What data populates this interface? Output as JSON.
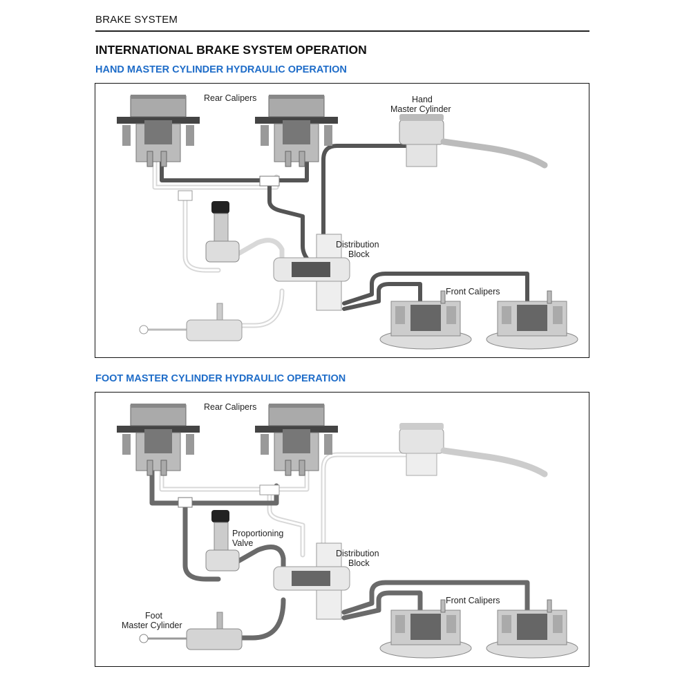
{
  "header": {
    "section": "BRAKE SYSTEM"
  },
  "title": "INTERNATIONAL BRAKE SYSTEM OPERATION",
  "diagrams": [
    {
      "heading": "HAND MASTER CYLINDER HYDRAULIC OPERATION",
      "labels": {
        "rear_calipers": "Rear Calipers",
        "hand_master_cylinder_1": "Hand",
        "hand_master_cylinder_2": "Master Cylinder",
        "distribution_block_1": "Distribution",
        "distribution_block_2": "Block",
        "front_calipers": "Front Calipers"
      },
      "active_circuit": "hand",
      "colors": {
        "active_line": "#555555",
        "inactive_line": "#d8d8d8"
      }
    },
    {
      "heading": "FOOT MASTER CYLINDER HYDRAULIC OPERATION",
      "labels": {
        "rear_calipers": "Rear Calipers",
        "proportioning_valve_1": "Proportioning",
        "proportioning_valve_2": "Valve",
        "distribution_block_1": "Distribution",
        "distribution_block_2": "Block",
        "front_calipers": "Front Calipers",
        "foot_master_cylinder_1": "Foot",
        "foot_master_cylinder_2": "Master Cylinder"
      },
      "active_circuit": "foot",
      "colors": {
        "active_line": "#6a6a6a",
        "inactive_line": "#d8d8d8"
      }
    }
  ]
}
